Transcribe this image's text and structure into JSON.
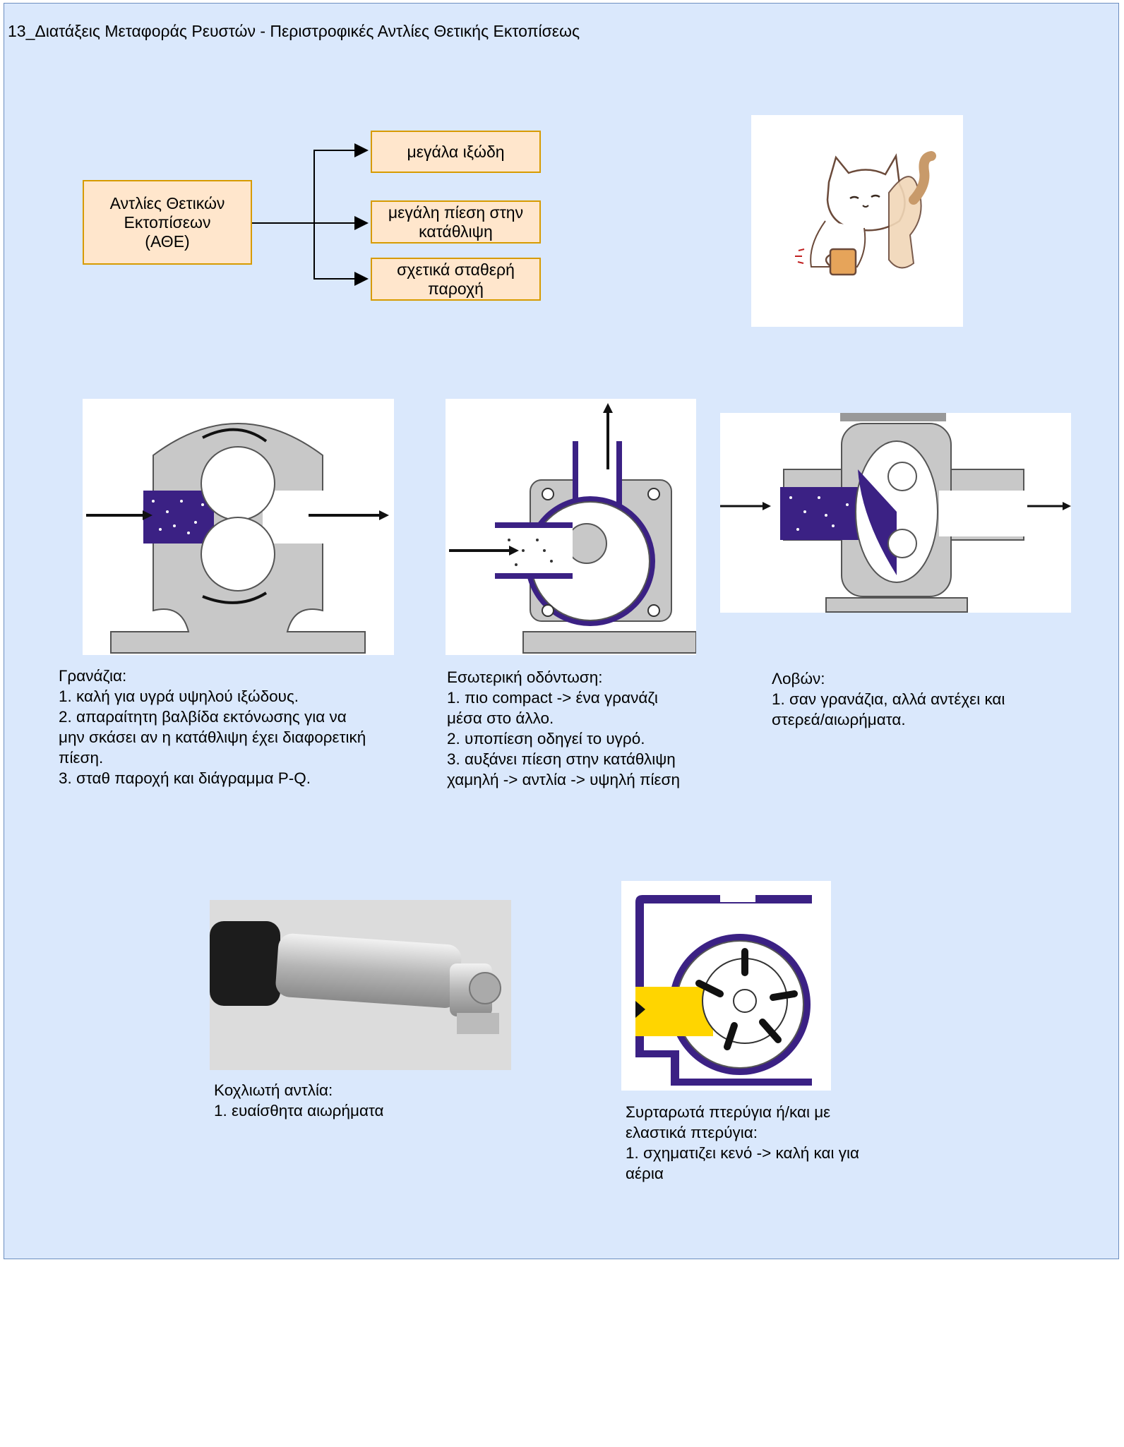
{
  "page": {
    "title": "13_Διατάξεις Μεταφοράς Ρευστών - Περιστροφικές Αντλίες Θετικής Εκτοπίσεως"
  },
  "concept_map": {
    "root": "Αντλίες Θετικών\nΕκτοπίσεων\n(ΑΘΕ)",
    "branches": [
      "μεγάλα ιξώδη",
      "μεγάλη πίεση στην\nκατάθλιψη",
      "σχετικά σταθερή\nπαροχή"
    ]
  },
  "pumps": {
    "gear": {
      "icon": "external-gear-pump-diagram",
      "note": "Γρανάζια:\n1. καλή για υγρά υψηλού ιξώδους.\n2. απαραίτητη βαλβίδα εκτόνωσης για να\nμην σκάσει αν η κατάθλιψη έχει διαφορετική\nπίεση.\n3. σταθ παροχή και διάγραμμα P-Q."
    },
    "internal_gear": {
      "icon": "internal-gear-pump-diagram",
      "note": "Εσωτερική οδόντωση:\n1. πιο compact -> ένα γρανάζι\nμέσα στο άλλο.\n2. υποπίεση οδηγεί το υγρό.\n3. αυξάνει πίεση στην κατάθλιψη\nχαμηλή -> αντλία -> υψηλή πίεση"
    },
    "lobe": {
      "icon": "lobe-pump-diagram",
      "note": "Λοβών:\n1. σαν γρανάζια, αλλά αντέχει και\nστερεά/αιωρήματα."
    },
    "screw": {
      "icon": "screw-pump-photo",
      "note": "Κοχλιωτή αντλία:\n1. ευαίσθητα αιωρήματα"
    },
    "vane": {
      "icon": "sliding-vane-pump-diagram",
      "note": "Συρταρωτά πτερύγια ή/και με\nελαστικά πτερύγια:\n1. σχηματιζει κενό -> καλή και για\nαέρια"
    }
  },
  "decoration": {
    "icon": "cat-with-coffee-icon"
  },
  "colors": {
    "canvas_bg": "#dae8fc",
    "canvas_border": "#6c8ebf",
    "box_fill": "#ffe6cc",
    "box_border": "#d79b00",
    "fluid": "#3b2184",
    "housing": "#c8c8c8",
    "suction_fluid": "#ffd500"
  }
}
